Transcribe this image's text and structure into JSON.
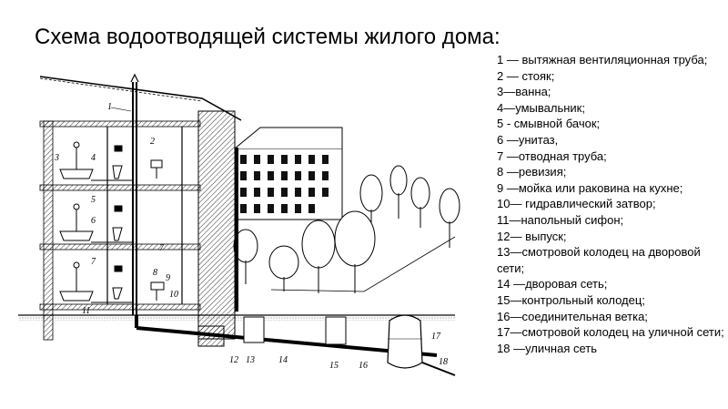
{
  "title": "Схема водоотводящей системы жилого дома:",
  "legend": [
    "1 — вытяжная вентиляционная труба;",
    "2 — стояк;",
    "3—ванна;",
    "4—умывальник;",
    "5 - смывной бачок;",
    "6 —унитаз,",
    "7 —отводная труба;",
    "8 —ревизия;",
    "9 —мойка или раковина на кухне;",
    "10— гидравлический затвор;",
    "11—напольный сифон;",
    "12— выпуск;",
    "13—смотровой колодец на дворовой сети;",
    "14 —дворовая сеть;",
    "15—контрольный колодец;",
    "16—соединительная ветка;",
    "17—смотровой колодец на уличной сети;",
    "18 —уличная сеть"
  ],
  "callouts": [
    "1",
    "2",
    "3",
    "4",
    "5",
    "6",
    "7",
    "8",
    "9",
    "10",
    "11",
    "12",
    "13",
    "14",
    "15",
    "16",
    "17",
    "18"
  ]
}
